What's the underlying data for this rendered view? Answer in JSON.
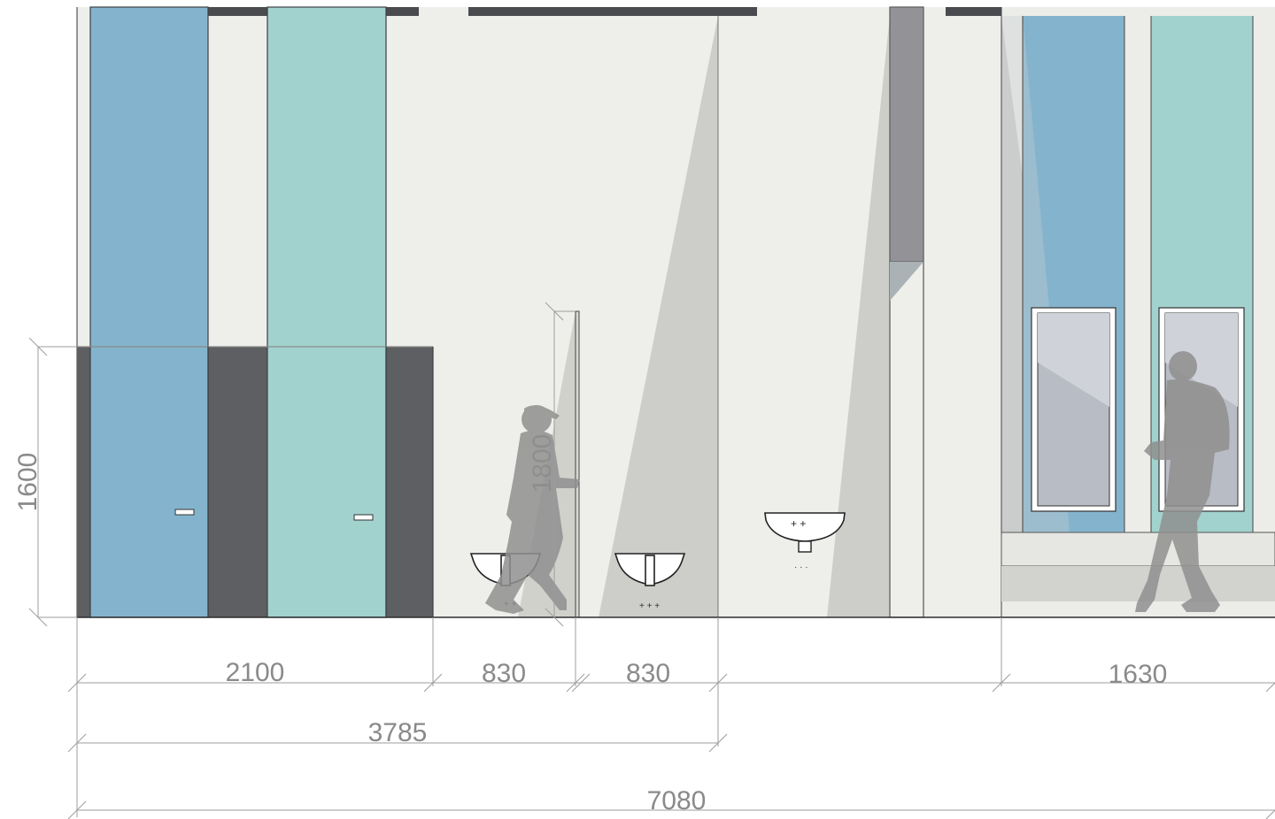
{
  "drawing": {
    "dimensions": {
      "wall_height": "1600",
      "partition_height": "1800",
      "width_cubicles": "2100",
      "width_basin_1": "830",
      "width_basin_2": "830",
      "width_right_section": "1630",
      "width_subtotal": "3785",
      "width_total": "7080"
    },
    "colors": {
      "panel_blue": "#84b4cd",
      "panel_teal": "#a1d2ce",
      "panel_dark": "#5e5f63",
      "wall": "#eeeeea",
      "shadow": "#cdcdc9",
      "dimension_line": "#a0a0a0",
      "figure": "#8f8f8f"
    },
    "icons": [
      "person-silhouette",
      "person-silhouette",
      "wash-basin",
      "wash-basin",
      "wash-basin",
      "mirror",
      "mirror",
      "cubicle-door-handle",
      "cubicle-door-handle"
    ]
  }
}
